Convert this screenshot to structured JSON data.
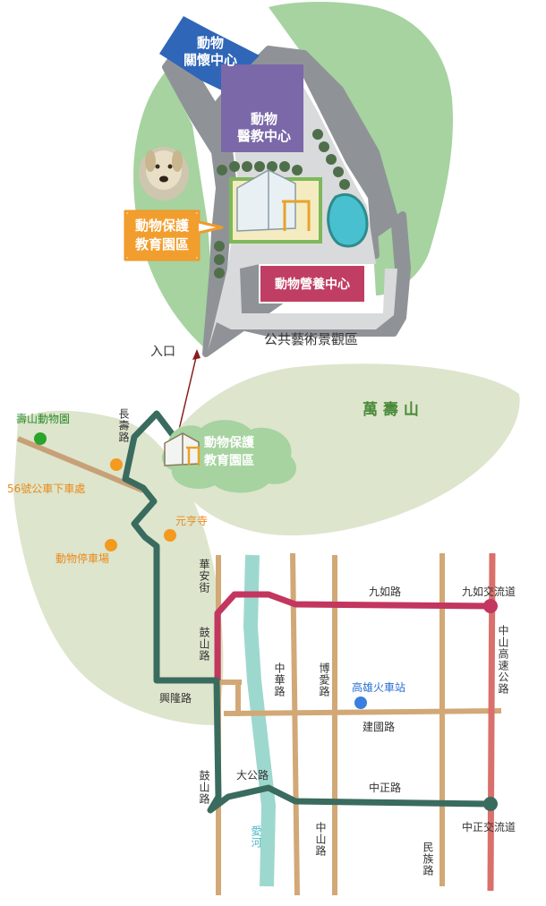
{
  "top_map": {
    "buildings": {
      "care_center": "動物\n關懷中心",
      "medical_center": "動物\n醫教中心",
      "protection_park": "動物保護\n教育園區",
      "nutrition_center": "動物營養中心"
    },
    "public_art_area": "公共藝術景觀區",
    "entrance": "入口"
  },
  "bottom_map": {
    "mountain": "萬 壽 山",
    "zoo": "壽山動物園",
    "bus_stop": "56號公車下車處",
    "temple": "元亨寺",
    "parking": "動物停車場",
    "protection_park": "動物保護\n教育園區",
    "station": "高雄火車站",
    "roads": {
      "changshou": "長壽路",
      "huaan": "華安街",
      "gushan_upper": "鼓山路",
      "xinglong": "興隆路",
      "gushan_lower": "鼓山路",
      "dagong": "大公路",
      "jiuru": "九如路",
      "jiuru_interchange": "九如交流道",
      "zhongshan_freeway": "中山高速公路",
      "zhonghua": "中華路",
      "boai": "博愛路",
      "jianguo": "建國路",
      "zhongzheng": "中正路",
      "zhongzheng_interchange": "中正交流道",
      "zhongshan": "中山路",
      "minzu": "民族路",
      "love_river": "愛河"
    }
  },
  "colors": {
    "route_green": "#3a6b5f",
    "route_magenta": "#c2365f",
    "freeway": "#d9706b",
    "road_tan": "#d2a877",
    "river": "#9dd8cf",
    "mountain_fill": "#dde5cc",
    "mountain_text": "#4a8a3a",
    "orange_label": "#ea8a1c",
    "station_blue": "#2a6fd4"
  }
}
